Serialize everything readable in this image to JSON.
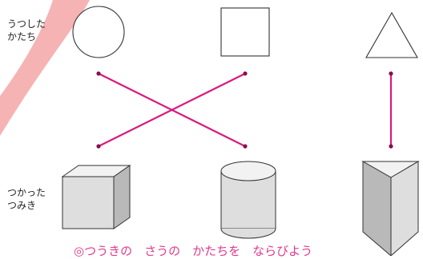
{
  "labels": {
    "traced_shapes": [
      "うつした",
      "かたち"
    ],
    "used_blocks": [
      "つかった",
      "つみき"
    ]
  },
  "instruction": "◎つうきの　さうの　かたちを　ならびよう",
  "colors": {
    "line": "#d81b7d",
    "dot": "#8a0e4a",
    "swoosh": "#f4a6a6",
    "block_face_front": "#dedede",
    "block_face_top": "#f2f2f2",
    "block_face_side": "#b9b9b9",
    "outline": "#333333"
  },
  "traced_shapes": [
    {
      "id": "circle",
      "shape": "circle"
    },
    {
      "id": "square",
      "shape": "square"
    },
    {
      "id": "triangle",
      "shape": "triangle"
    }
  ],
  "blocks": [
    {
      "id": "cube",
      "shape": "cube"
    },
    {
      "id": "cylinder",
      "shape": "cylinder"
    },
    {
      "id": "triangular-prism",
      "shape": "triangular-prism"
    }
  ],
  "matches": [
    {
      "from": "circle",
      "to": "cylinder"
    },
    {
      "from": "square",
      "to": "cube"
    },
    {
      "from": "triangle",
      "to": "triangular-prism"
    }
  ]
}
